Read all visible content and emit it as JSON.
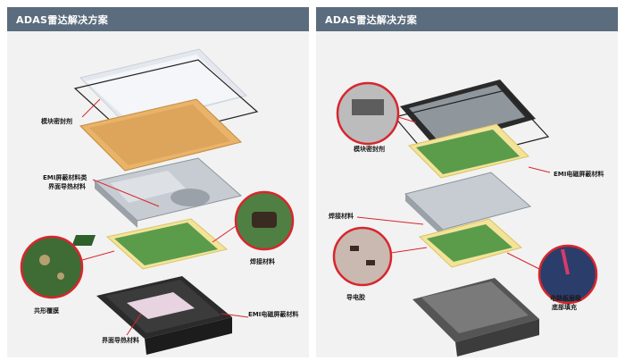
{
  "left_panel": {
    "title": "ADAS雷达解决方案",
    "labels": {
      "seal": "模块密封剂",
      "emi_shield_a": "EMI屏蔽材料类",
      "emi_shield_b": "界面导热材料",
      "solder": "焊接材料",
      "conformal": "共形覆膜",
      "emi_material": "EMI电磁屏蔽材料",
      "thermal": "界面导热材料"
    }
  },
  "right_panel": {
    "title": "ADAS雷达解决方案",
    "labels": {
      "seal": "模块密封剂",
      "emi_material": "EMI电磁屏蔽材料",
      "solder": "焊接材料",
      "conductive": "导电胶",
      "underfill_a": "电路板层级",
      "underfill_b": "底部填充"
    }
  },
  "colors": {
    "header": "#5a6c7d",
    "panel": "#f2f2f2",
    "accent_red": "#d8262d",
    "pcb_green": "#5a9c4a",
    "highlight_yellow": "#f3e39a"
  }
}
